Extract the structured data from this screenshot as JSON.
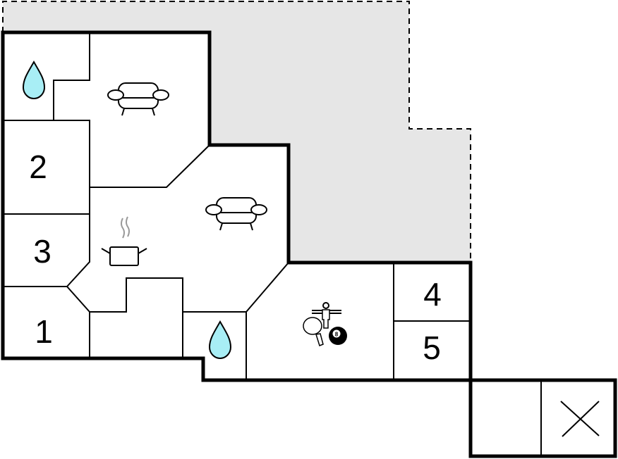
{
  "title": "Floor plan",
  "rooms": [
    {
      "id": "bedroom-1",
      "label": "1"
    },
    {
      "id": "bedroom-2",
      "label": "2"
    },
    {
      "id": "bedroom-3",
      "label": "3"
    },
    {
      "id": "bedroom-4",
      "label": "4"
    },
    {
      "id": "bedroom-5",
      "label": "5"
    }
  ],
  "icons": [
    "water-drop-icon",
    "sofa-icon",
    "cooking-pot-icon",
    "table-tennis-icon",
    "foosball-icon",
    "billiard-ball-icon",
    "cross-icon"
  ],
  "billiard_ball_number": "8",
  "colors": {
    "terrace": "#e6e6e6",
    "water": "#a8eef5",
    "wall": "#000000"
  }
}
